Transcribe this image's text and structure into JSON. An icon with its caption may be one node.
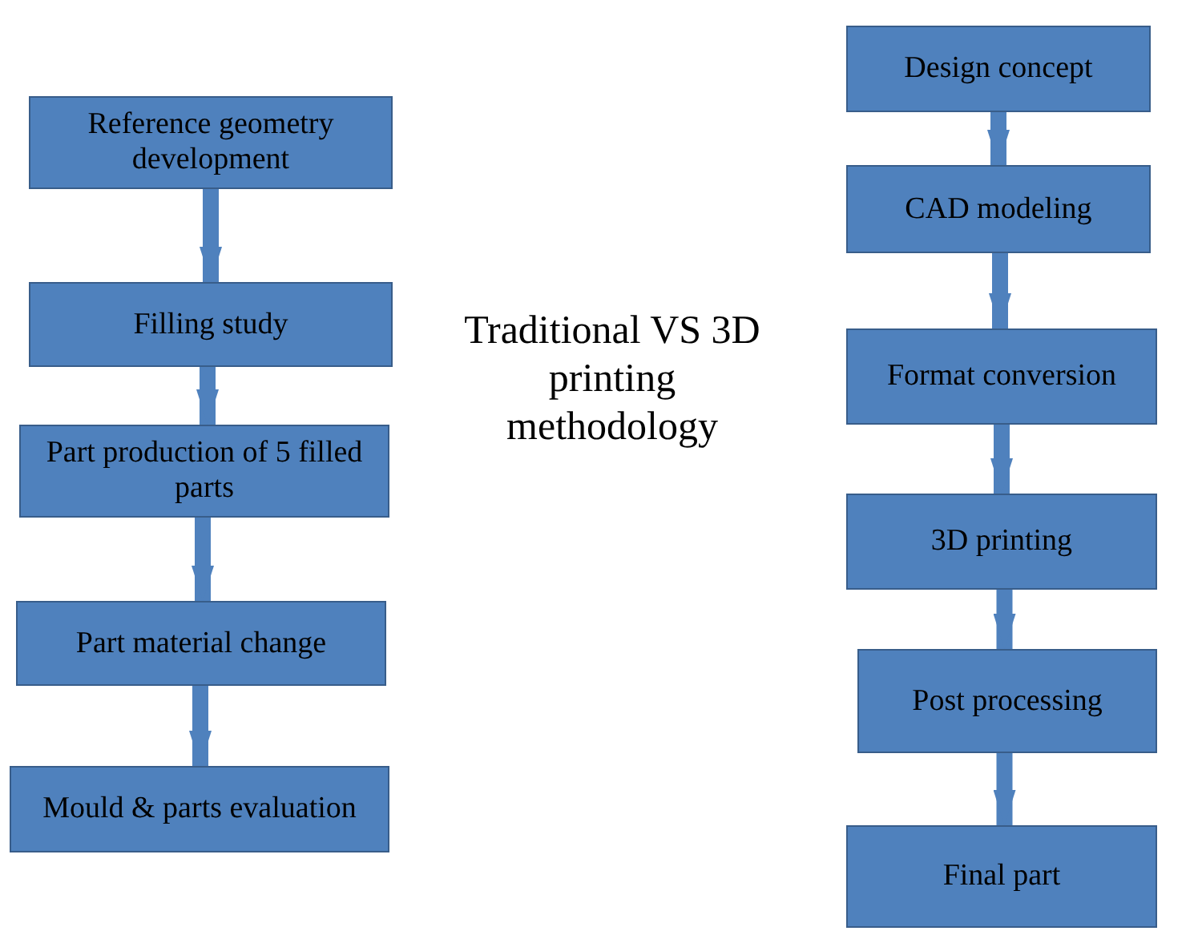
{
  "diagram": {
    "title": "Traditional VS 3D printing methodology",
    "nodes": [
      {
        "text": [
          "Reference geometry development"
        ]
      },
      {
        "text": [
          "Filling study"
        ]
      },
      {
        "text": [
          "Part production of 5 filled parts"
        ]
      },
      {
        "text": [
          "Part material change"
        ]
      },
      {
        "text": [
          "Mould & parts evaluation"
        ]
      },
      {
        "text": [
          "Design concept"
        ]
      },
      {
        "text": [
          "CAD modeling"
        ]
      },
      {
        "text": [
          "Format conversion"
        ]
      },
      {
        "text": [
          "3D printing"
        ]
      },
      {
        "text": [
          "Post processing"
        ]
      },
      {
        "text": [
          "Final part"
        ]
      }
    ],
    "edges": [
      {
        "from": 0,
        "to": 1,
        "arrow": "to"
      },
      {
        "from": 1,
        "to": 2,
        "arrow": "to"
      },
      {
        "from": 2,
        "to": 3,
        "arrow": "to"
      },
      {
        "from": 3,
        "to": 4,
        "arrow": "to"
      },
      {
        "from": 5,
        "to": 6,
        "arrow": "to"
      },
      {
        "from": 6,
        "to": 7,
        "arrow": "to"
      },
      {
        "from": 7,
        "to": 8,
        "arrow": "to"
      },
      {
        "from": 8,
        "to": 9,
        "arrow": "to"
      },
      {
        "from": 9,
        "to": 10,
        "arrow": "to"
      }
    ]
  }
}
